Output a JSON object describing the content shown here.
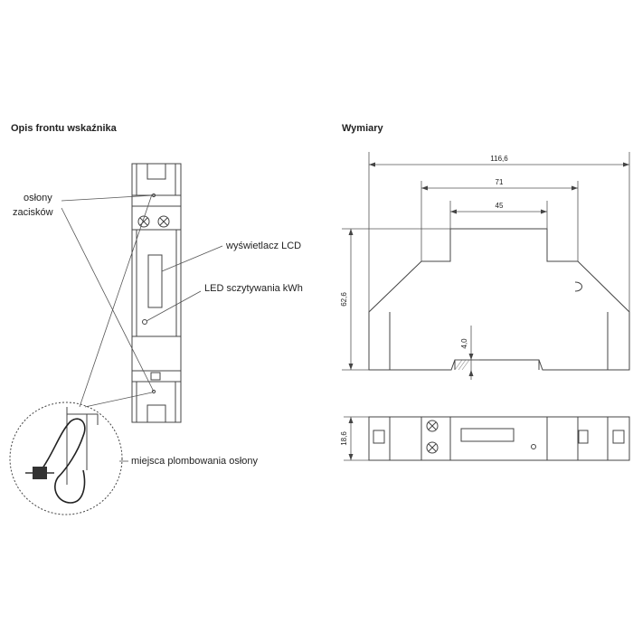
{
  "headings": {
    "front": "Opis frontu wskaźnika",
    "dimensions": "Wymiary"
  },
  "labels": {
    "terminal_covers_line1": "osłony",
    "terminal_covers_line2": "zacisków",
    "lcd": "wyświetlacz LCD",
    "led": "LED sczytywania kWh",
    "seal": "miejsca plombowania osłony"
  },
  "dimensions": {
    "overall_width": "116,6",
    "middle_width": "71",
    "top_width": "45",
    "height": "62,6",
    "rail_step": "4,0",
    "depth": "18,6"
  },
  "colors": {
    "line": "#444444",
    "text": "#222222",
    "seal_block": "#333333"
  }
}
